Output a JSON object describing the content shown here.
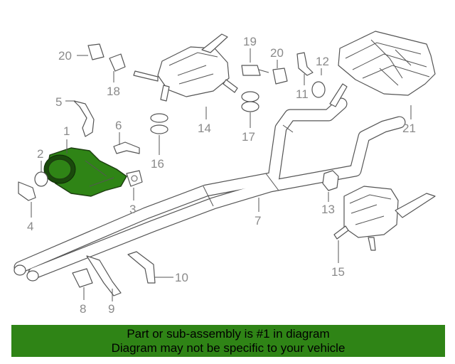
{
  "callouts": {
    "n1": "1",
    "n2": "2",
    "n3": "3",
    "n4": "4",
    "n5": "5",
    "n6": "6",
    "n7": "7",
    "n8": "8",
    "n9": "9",
    "n10": "10",
    "n11": "11",
    "n12": "12",
    "n13": "13",
    "n14": "14",
    "n15": "15",
    "n16": "16",
    "n17": "17",
    "n18": "18",
    "n19": "19",
    "n20a": "20",
    "n20b": "20",
    "n21": "21"
  },
  "highlighted_part": "1",
  "colors": {
    "highlight": "#2f8416",
    "banner": "#2f8416",
    "callout_text": "#8a8a8a"
  },
  "banner": {
    "line1": "Part or sub-assembly is #1 in diagram",
    "line2": "Diagram may not be specific to your vehicle"
  }
}
